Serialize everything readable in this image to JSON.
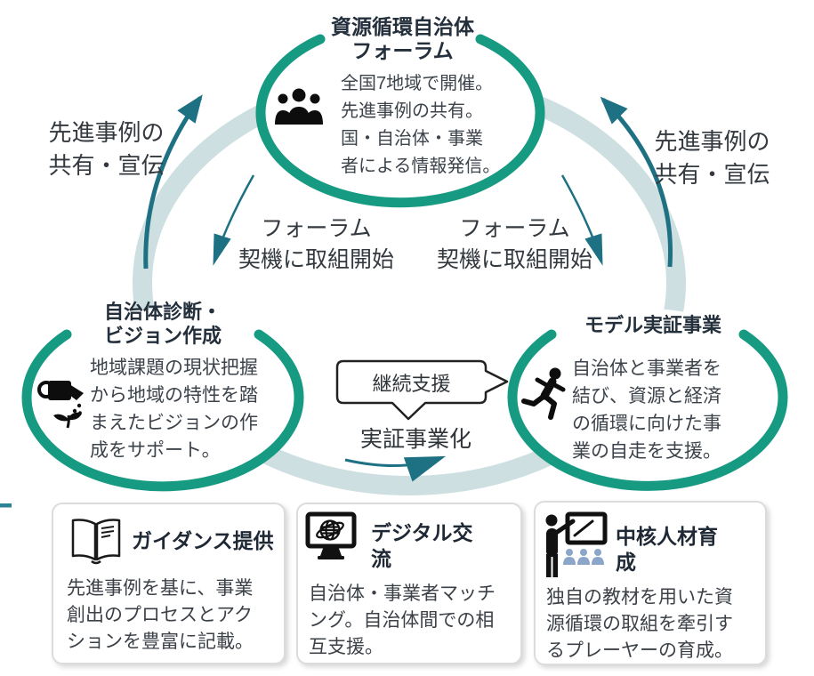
{
  "colors": {
    "node_ring_teal": "#169a82",
    "background_ring": "#cddfe0",
    "arrow_teal": "#1e7183",
    "title_navy": "#242f3c",
    "body_gray": "#3d434b",
    "audience_blue": "#8ca6c9",
    "bubble_border": "#222222",
    "card_border": "#dcdcdc"
  },
  "nodes": {
    "forum": {
      "title": "資源循環自治体\nフォーラム",
      "body": "全国7地域で開催。\n先進事例の共有。\n国・自治体・事業\n者による情報発信。",
      "icon": "people-group-icon"
    },
    "diagnosis": {
      "title": "自治体診断・\nビジョン作成",
      "body": "地域課題の現状把握\nから地域の特性を踏\nまえたビジョンの作\n成をサポート。",
      "icon": "watering-can-icon"
    },
    "model": {
      "title": "モデル実証事業",
      "body": "自治体と事業者を\n結び、資源と経済\nの循環に向けた事\n業の自走を支援。",
      "icon": "running-person-icon"
    }
  },
  "labels": {
    "share_left": "先進事例の\n共有・宣伝",
    "share_right": "先進事例の\n共有・宣伝",
    "forum_start_left": "フォーラム\n契機に取組開始",
    "forum_start_right": "フォーラム\n契機に取組開始",
    "callout": "継続支援",
    "commercialization": "実証事業化"
  },
  "cards": [
    {
      "title": "ガイダンス提供",
      "body": "先進事例を基に、事業\n創出のプロセスとアク\nションを豊富に記載。",
      "icon": "open-book-icon"
    },
    {
      "title": "デジタル交\n流",
      "body": "自治体・事業者マッチ\nング。自治体間での相\n互支援。",
      "icon": "monitor-globe-icon"
    },
    {
      "title": "中核人材育\n成",
      "body": "独自の教材を用いた資\n源循環の取組を牽引す\nるプレーヤーの育成。",
      "icon": "trainer-icon"
    }
  ]
}
